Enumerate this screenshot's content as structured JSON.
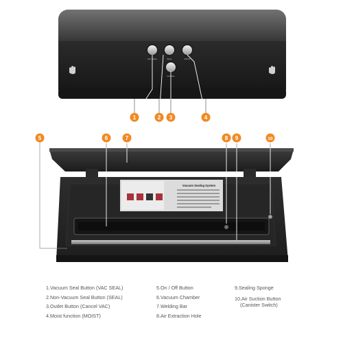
{
  "callouts": [
    "1",
    "2",
    "3",
    "4",
    "5",
    "6",
    "7",
    "8",
    "9",
    "10"
  ],
  "legend": {
    "col1": [
      "1.Vacuum Seal Button (VAC SEAL)",
      "2.Non-Vacuum Seal Button (SEAL)",
      "3.Outlet Button (Cancel VAC)",
      "4.Moist function (MOIST)"
    ],
    "col2": [
      "5.On / Off Button",
      "6.Vacuum Chamber",
      "7.Welding Bar",
      "8.Air Extraction Hole"
    ],
    "col3": [
      "9.Sealing Sponge",
      "10.Air Suction Button",
      "(Canister Switch)"
    ]
  },
  "device_labels": {
    "top_panel_title": "Vacuum Sealing System",
    "top_button_labels": [
      "VAC SEAL",
      "SEAL",
      "MOIST"
    ],
    "center_button_label": "CANCEL"
  },
  "colors": {
    "callout_orange": "#f08a24",
    "device_dark": "#2a2a2a",
    "device_gloss": "#4a4a4a"
  }
}
